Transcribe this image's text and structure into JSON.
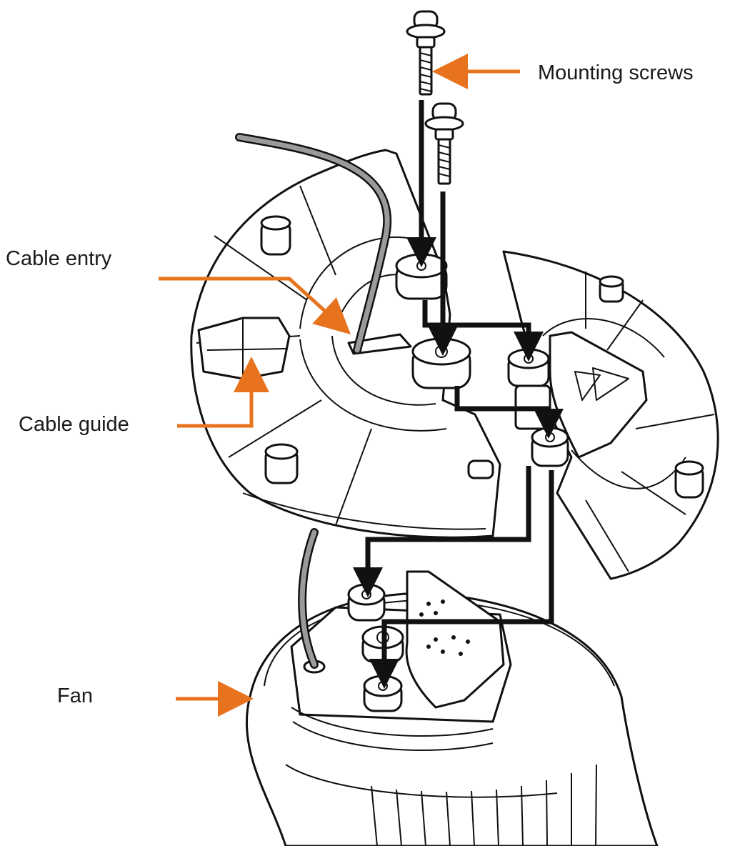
{
  "callouts": {
    "mounting_screws": "Mounting screws",
    "cable_entry": "Cable entry",
    "cable_guide": "Cable guide",
    "fan": "Fan"
  },
  "colors": {
    "arrow": "#e8731f",
    "line": "#111111",
    "cable": "#9a9a9a"
  }
}
